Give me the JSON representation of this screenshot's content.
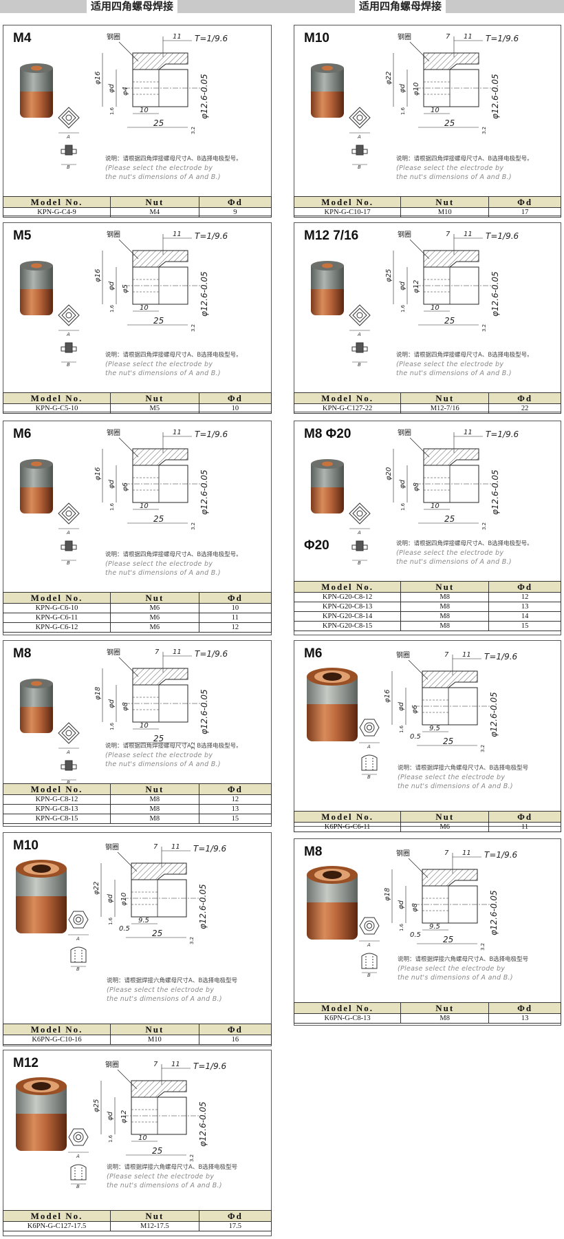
{
  "header": {
    "left_title": "适用四角螺母焊接",
    "right_title": "适用四角螺母焊接"
  },
  "labels": {
    "steel_ring": "钢圈",
    "taper": "T=1/9.6",
    "phi_outer": "φ12.6-0.05",
    "note_square_cn": "说明：请根据四角焊接螺母尺寸A、B选择电极型号。",
    "note_hex_cn": "说明：请根据焊接六角螺母尺寸A、B选择电极型号",
    "note_en1": "(Please select the electrode by",
    "note_en2": "the nut's dimensions of A and B.)"
  },
  "table_headers": {
    "model": "Model No.",
    "nut": "Nut",
    "phi": "Φd"
  },
  "cards": [
    {
      "size": "M4",
      "shape": "square",
      "D": "φ16",
      "d": "φd",
      "t": "φ4",
      "l1": "11",
      "l2": "10",
      "l3": "25",
      "rows": [
        [
          "KPN-G-C4-9",
          "M4",
          "9"
        ]
      ]
    },
    {
      "size": "M10",
      "shape": "square",
      "D": "φ22",
      "d": "φd",
      "t": "φ10",
      "l0": "7",
      "l1": "11",
      "l2": "10",
      "l3": "25",
      "rows": [
        [
          "KPN-G-C10-17",
          "M10",
          "17"
        ]
      ]
    },
    {
      "size": "M5",
      "shape": "square",
      "D": "φ16",
      "d": "φd",
      "t": "φ5",
      "l1": "11",
      "l2": "10",
      "l3": "25",
      "rows": [
        [
          "KPN-G-C5-10",
          "M5",
          "10"
        ]
      ]
    },
    {
      "size": "M12  7/16",
      "shape": "square",
      "D": "φ25",
      "d": "φd",
      "t": "φ12",
      "l0": "7",
      "l1": "11",
      "l2": "10",
      "l3": "25",
      "rows": [
        [
          "KPN-G-C127-22",
          "M12-7/16",
          "22"
        ]
      ]
    },
    {
      "size": "M6",
      "shape": "square",
      "D": "φ16",
      "d": "φd",
      "t": "φ6",
      "l1": "11",
      "l2": "10",
      "l3": "25",
      "rows": [
        [
          "KPN-G-C6-10",
          "M6",
          "10"
        ],
        [
          "KPN-G-C6-11",
          "M6",
          "11"
        ],
        [
          "KPN-G-C6-12",
          "M6",
          "12"
        ]
      ]
    },
    {
      "size": "M8  Φ20",
      "size2": "Φ20",
      "shape": "square",
      "D": "φ20",
      "d": "φd",
      "t": "φ8",
      "l1": "11",
      "l2": "10",
      "l3": "25",
      "rows": [
        [
          "KPN-G20-C8-12",
          "M8",
          "12"
        ],
        [
          "KPN-G20-C8-13",
          "M8",
          "13"
        ],
        [
          "KPN-G20-C8-14",
          "M8",
          "14"
        ],
        [
          "KPN-G20-C8-15",
          "M8",
          "15"
        ]
      ]
    },
    {
      "size": "M8",
      "shape": "square",
      "D": "φ18",
      "d": "φd",
      "t": "φ8",
      "l0": "7",
      "l1": "11",
      "l2": "10",
      "l3": "25",
      "rows": [
        [
          "KPN-G-C8-12",
          "M8",
          "12"
        ],
        [
          "KPN-G-C8-13",
          "M8",
          "13"
        ],
        [
          "KPN-G-C8-15",
          "M8",
          "15"
        ]
      ]
    },
    {
      "size": "M6",
      "shape": "hex",
      "D": "φ16",
      "d": "φd",
      "t": "φ6",
      "l0": "7",
      "l1": "11",
      "l2": "9.5",
      "l2b": "0.5",
      "l3": "25",
      "rows": [
        [
          "K6PN-G-C6-11",
          "M6",
          "11"
        ]
      ]
    },
    {
      "size": "M10",
      "shape": "hex",
      "D": "φ22",
      "d": "φd",
      "t": "φ10",
      "l0": "7",
      "l1": "11",
      "l2": "9.5",
      "l2b": "0.5",
      "l3": "25",
      "rows": [
        [
          "K6PN-G-C10-16",
          "M10",
          "16"
        ]
      ]
    },
    {
      "size": "M8",
      "shape": "hex",
      "D": "φ18",
      "d": "φd",
      "t": "φ8",
      "l0": "7",
      "l1": "11",
      "l2": "9.5",
      "l2b": "0.5",
      "l3": "25",
      "rows": [
        [
          "K6PN-G-C8-13",
          "M8",
          "13"
        ]
      ]
    },
    {
      "size": "M12",
      "shape": "hex",
      "D": "φ25",
      "d": "φd",
      "t": "φ12",
      "l0": "7",
      "l1": "11",
      "l2": "10",
      "l3": "25",
      "rows": [
        [
          "K6PN-G-C127-17.5",
          "M12-17.5",
          "17.5"
        ]
      ]
    }
  ]
}
